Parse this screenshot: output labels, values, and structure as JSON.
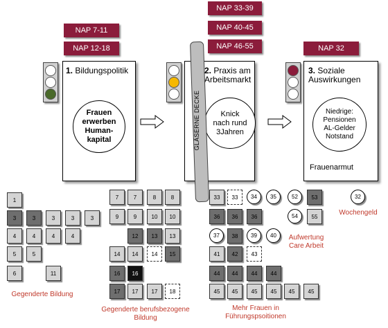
{
  "naps": {
    "p1a": "NAP 7-11",
    "p1b": "NAP 12-18",
    "p2a": "NAP 33-39",
    "p2b": "NAP 40-45",
    "p2c": "NAP 46-55",
    "p3a": "NAP 32"
  },
  "panels": {
    "p1": {
      "num": "1.",
      "title": "Bildungspolitik",
      "circle": "Frauen erwerben Human-kapital"
    },
    "p2": {
      "num": "2.",
      "title": "Praxis am Arbeitsmarkt",
      "circle": "Knick nach rund 3Jahren"
    },
    "p3": {
      "num": "3.",
      "title": "Soziale Auswirkungen",
      "circle": "Niedrige: Pensionen AL-Gelder Notstand",
      "footer": "Frauenarmut"
    }
  },
  "ceiling": "GLÄSERNE DECKE",
  "traffic_lights": {
    "p1": "green",
    "p2": "yellow",
    "p3": "red"
  },
  "colors": {
    "nap_bg": "#8b1c3b",
    "label_red": "#c0392b",
    "light_green": "#4a6a2a",
    "light_yellow": "#f5b800",
    "light_red": "#8b1c3b"
  },
  "squares": {
    "g1": [
      {
        "t": "1",
        "s": "l"
      },
      {
        "t": "3",
        "s": "d"
      },
      {
        "t": "3",
        "s": "d"
      },
      {
        "t": "3",
        "s": "l"
      },
      {
        "t": "3",
        "s": "l"
      },
      {
        "t": "3",
        "s": "l"
      },
      {
        "t": "4",
        "s": "l"
      },
      {
        "t": "4",
        "s": "l"
      },
      {
        "t": "4",
        "s": "l"
      },
      {
        "t": "4",
        "s": "l"
      },
      {
        "t": "5",
        "s": "l"
      },
      {
        "t": "5",
        "s": "l"
      },
      {
        "t": "6",
        "s": "l"
      },
      {
        "t": "11",
        "s": "l"
      }
    ],
    "g2": [
      {
        "t": "7",
        "s": "l"
      },
      {
        "t": "7",
        "s": "l"
      },
      {
        "t": "8",
        "s": "l"
      },
      {
        "t": "8",
        "s": "l"
      },
      {
        "t": "9",
        "s": "l"
      },
      {
        "t": "9",
        "s": "l"
      },
      {
        "t": "10",
        "s": "l"
      },
      {
        "t": "10",
        "s": "l"
      },
      {
        "t": "12",
        "s": "d"
      },
      {
        "t": "13",
        "s": "d"
      },
      {
        "t": "13",
        "s": "l"
      },
      {
        "t": "14",
        "s": "l"
      },
      {
        "t": "14",
        "s": "l"
      },
      {
        "t": "14",
        "s": "w"
      },
      {
        "t": "15",
        "s": "d"
      },
      {
        "t": "16",
        "s": "d"
      },
      {
        "t": "16",
        "s": "b"
      },
      {
        "t": "17",
        "s": "d"
      },
      {
        "t": "17",
        "s": "l"
      },
      {
        "t": "17",
        "s": "l"
      },
      {
        "t": "18",
        "s": "w"
      }
    ],
    "g3": [
      {
        "t": "33",
        "s": "l"
      },
      {
        "t": "33",
        "s": "w"
      },
      {
        "t": "36",
        "s": "d"
      },
      {
        "t": "36",
        "s": "d"
      },
      {
        "t": "36",
        "s": "d"
      },
      {
        "t": "38",
        "s": "d"
      },
      {
        "t": "41",
        "s": "l"
      },
      {
        "t": "42",
        "s": "d"
      },
      {
        "t": "43",
        "s": "w"
      },
      {
        "t": "44",
        "s": "d"
      },
      {
        "t": "44",
        "s": "d"
      },
      {
        "t": "44",
        "s": "d"
      },
      {
        "t": "44",
        "s": "d"
      },
      {
        "t": "45",
        "s": "l"
      },
      {
        "t": "45",
        "s": "l"
      },
      {
        "t": "45",
        "s": "l"
      },
      {
        "t": "45",
        "s": "l"
      },
      {
        "t": "45",
        "s": "l"
      },
      {
        "t": "45",
        "s": "l"
      },
      {
        "t": "53",
        "s": "d"
      },
      {
        "t": "55",
        "s": "l"
      }
    ],
    "circles": [
      {
        "t": "34"
      },
      {
        "t": "35"
      },
      {
        "t": "37"
      },
      {
        "t": "39"
      },
      {
        "t": "40"
      },
      {
        "t": "52"
      },
      {
        "t": "54"
      },
      {
        "t": "32"
      }
    ]
  },
  "labels": {
    "g1": "Gegenderte Bildung",
    "g2": "Gegenderte berufsbezogene Bildung",
    "g3": "Mehr Frauen in Führungspsoitionen",
    "care": "Aufwertung Care Arbeit",
    "wochengeld": "Wochengeld"
  }
}
